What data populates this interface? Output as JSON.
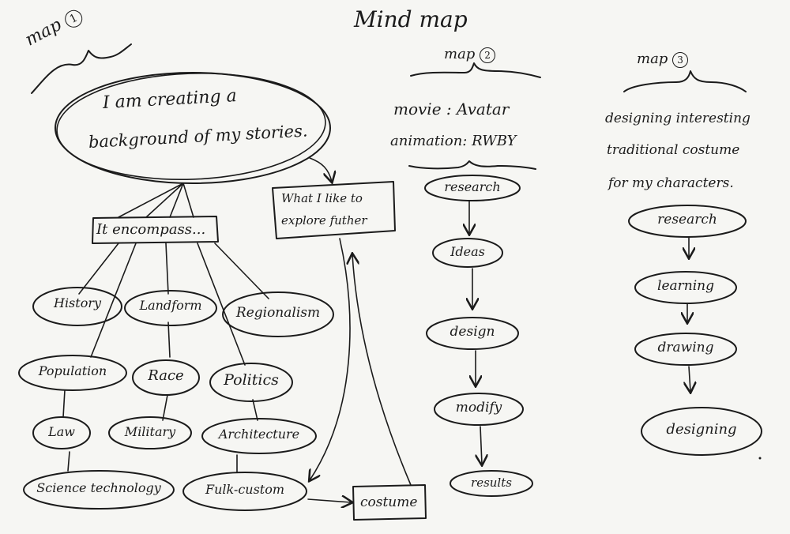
{
  "title": "Mind map",
  "map1": {
    "label": "map",
    "number": "1",
    "statement_line1": "I am creating a",
    "statement_line2": "background of my stories.",
    "encompass": "It encompass...",
    "topics": [
      "History",
      "Landform",
      "Regionalism",
      "Population",
      "Race",
      "Politics",
      "Law",
      "Military",
      "Architecture",
      "Science technology",
      "Fulk-custom"
    ],
    "explore_line1": "What I like to",
    "explore_line2": "explore futher",
    "costume": "costume"
  },
  "map2": {
    "label": "map",
    "number": "2",
    "movie_line": "movie : Avatar",
    "animation_line": "animation: RWBY",
    "steps": [
      "research",
      "Ideas",
      "design",
      "modify",
      "results"
    ]
  },
  "map3": {
    "label": "map",
    "number": "3",
    "line1": "designing interesting",
    "line2": "traditional costume",
    "line3": "for my characters.",
    "steps": [
      "research",
      "learning",
      "drawing",
      "designing"
    ]
  },
  "colors": {
    "paper": "#f6f6f3",
    "ink": "#1b1b1b"
  }
}
